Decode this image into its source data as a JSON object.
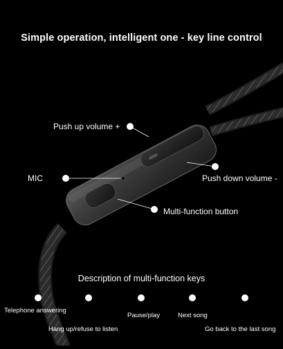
{
  "title": "Simple operation, intelligent one - key line control",
  "labels": {
    "volume_up": "Push up volume +",
    "mic": "MIC",
    "volume_down": "Push down volume -",
    "multi_function": "Multi-function button"
  },
  "description_heading": "Description of multi-function keys",
  "functions": [
    "Telephone answering",
    "Hang up/refuse to listen",
    "Pause/play",
    "Next song",
    "Go back to the last song"
  ],
  "colors": {
    "background": "#000000",
    "text": "#ffffff",
    "remote_body": "#3a3a3a"
  }
}
